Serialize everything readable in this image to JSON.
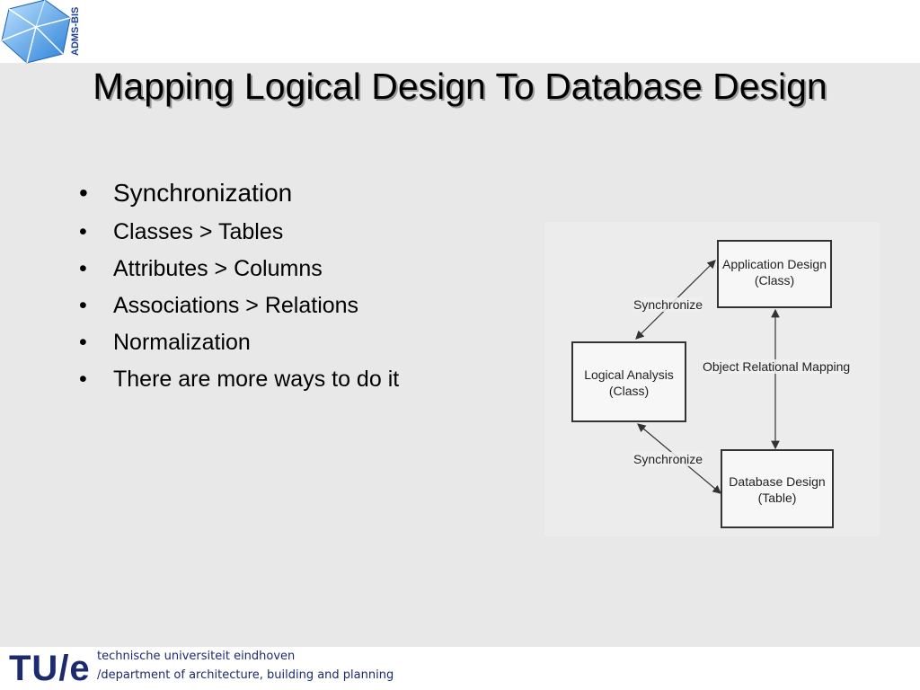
{
  "header": {
    "logo_text": "ADMS-BIS",
    "title": "Mapping Logical Design To Database Design"
  },
  "bullets": [
    "Synchronization",
    "Classes > Tables",
    "Attributes > Columns",
    "Associations > Relations",
    "Normalization",
    "There are more ways to do it"
  ],
  "diagram": {
    "app_box": {
      "line1": "Application Design",
      "line2": "(Class)"
    },
    "logical_box": {
      "line1": "Logical Analysis",
      "line2": "(Class)"
    },
    "db_box": {
      "line1": "Database Design",
      "line2": "(Table)"
    },
    "sync_top": "Synchronize",
    "sync_bottom": "Synchronize",
    "orm_label": "Object Relational Mapping"
  },
  "footer": {
    "logo": "TU/e",
    "line1": "technische universiteit eindhoven",
    "line2": "/department of architecture, building and planning"
  },
  "colors": {
    "background": "#e8e8e8",
    "accent": "#1c2a6e"
  }
}
